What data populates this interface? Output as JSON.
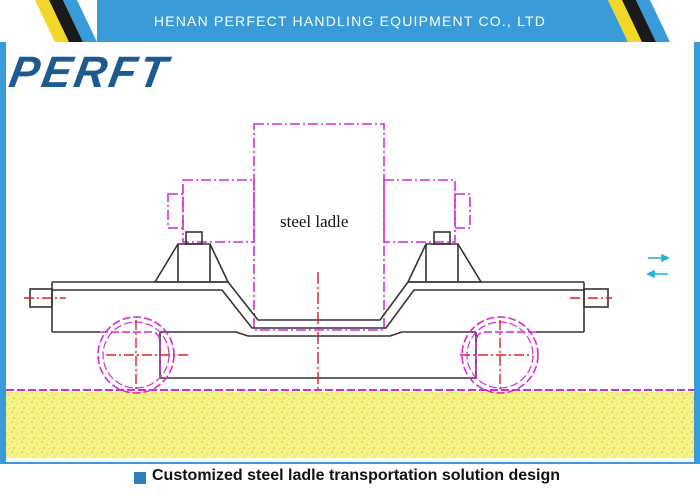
{
  "header": {
    "title": "HENAN PERFECT HANDLING EQUIPMENT CO., LTD"
  },
  "logo": {
    "text": "PERFT"
  },
  "diagram": {
    "ladle_label": "steel ladle"
  },
  "footer": {
    "caption": "Customized steel ladle transportation solution design"
  },
  "colors": {
    "header_blue": "#3a9bd9",
    "logo_blue": "#1d5a90",
    "magenta": "#d42bd4",
    "red": "#e02020",
    "ground_yellow": "#f2ef2a",
    "arrow_cyan": "#22b5d6"
  }
}
